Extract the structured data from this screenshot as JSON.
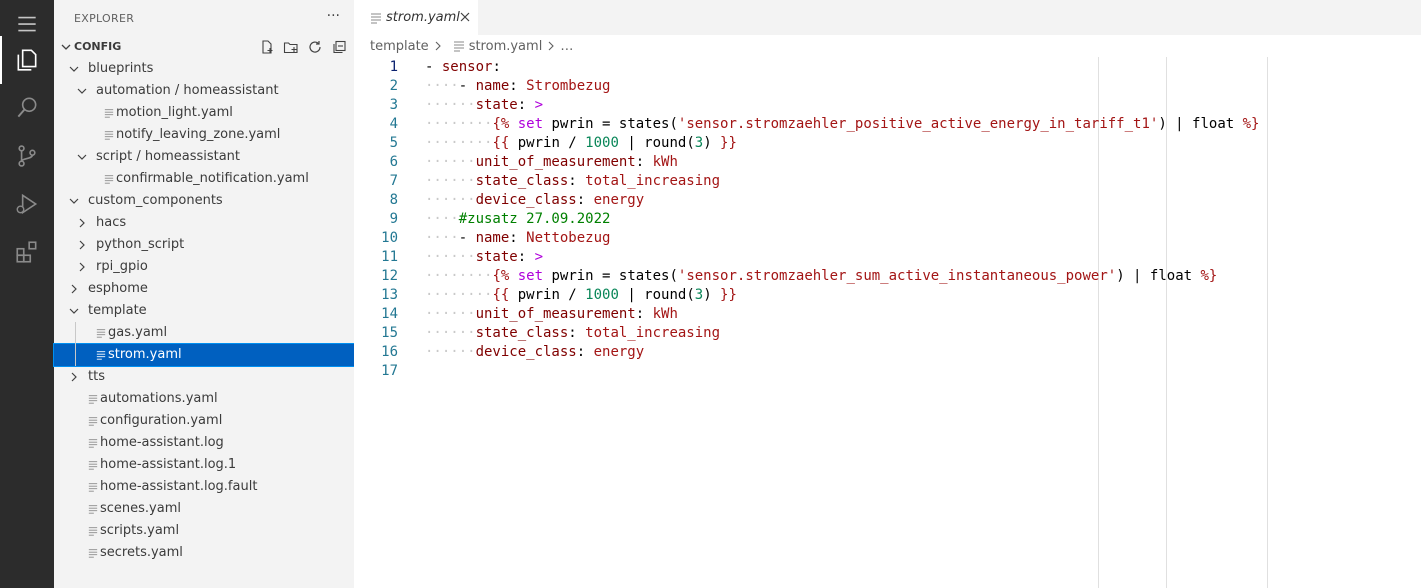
{
  "sidebar": {
    "title": "EXPLORER",
    "more": "···",
    "section_title": "CONFIG",
    "tree": [
      {
        "label": "blueprints",
        "type": "folder",
        "open": true,
        "depth": 1
      },
      {
        "label": "automation / homeassistant",
        "type": "folder",
        "open": true,
        "depth": 2
      },
      {
        "label": "motion_light.yaml",
        "type": "file",
        "depth": 3
      },
      {
        "label": "notify_leaving_zone.yaml",
        "type": "file",
        "depth": 3
      },
      {
        "label": "script / homeassistant",
        "type": "folder",
        "open": true,
        "depth": 2
      },
      {
        "label": "confirmable_notification.yaml",
        "type": "file",
        "depth": 3
      },
      {
        "label": "custom_components",
        "type": "folder",
        "open": true,
        "depth": 1
      },
      {
        "label": "hacs",
        "type": "folder",
        "open": false,
        "depth": 2
      },
      {
        "label": "python_script",
        "type": "folder",
        "open": false,
        "depth": 2
      },
      {
        "label": "rpi_gpio",
        "type": "folder",
        "open": false,
        "depth": 2
      },
      {
        "label": "esphome",
        "type": "folder",
        "open": false,
        "depth": 1
      },
      {
        "label": "template",
        "type": "folder",
        "open": true,
        "depth": 1
      },
      {
        "label": "gas.yaml",
        "type": "file",
        "depth": 2
      },
      {
        "label": "strom.yaml",
        "type": "file",
        "depth": 2,
        "selected": true
      },
      {
        "label": "tts",
        "type": "folder",
        "open": false,
        "depth": 1
      },
      {
        "label": "automations.yaml",
        "type": "file",
        "depth": 1
      },
      {
        "label": "configuration.yaml",
        "type": "file",
        "depth": 1
      },
      {
        "label": "home-assistant.log",
        "type": "file",
        "depth": 1
      },
      {
        "label": "home-assistant.log.1",
        "type": "file",
        "depth": 1
      },
      {
        "label": "home-assistant.log.fault",
        "type": "file",
        "depth": 1
      },
      {
        "label": "scenes.yaml",
        "type": "file",
        "depth": 1
      },
      {
        "label": "scripts.yaml",
        "type": "file",
        "depth": 1
      },
      {
        "label": "secrets.yaml",
        "type": "file",
        "depth": 1
      }
    ]
  },
  "editor": {
    "tab_label": "strom.yaml",
    "breadcrumb": {
      "folder": "template",
      "file": "strom.yaml",
      "more": "…"
    },
    "lines": [
      {
        "n": "1",
        "tokens": [
          [
            "op",
            "- "
          ],
          [
            "k",
            "sensor"
          ],
          [
            "op",
            ":"
          ]
        ]
      },
      {
        "n": "2",
        "tokens": [
          [
            "dots",
            "····"
          ],
          [
            "op",
            "- "
          ],
          [
            "k",
            "name"
          ],
          [
            "op",
            ": "
          ],
          [
            "s",
            "Strombezug"
          ]
        ]
      },
      {
        "n": "3",
        "tokens": [
          [
            "dots",
            "······"
          ],
          [
            "k",
            "state"
          ],
          [
            "op",
            ": "
          ],
          [
            "kw",
            ">"
          ]
        ]
      },
      {
        "n": "4",
        "tokens": [
          [
            "dots",
            "········"
          ],
          [
            "s",
            "{% "
          ],
          [
            "kw",
            "set"
          ],
          [
            "op",
            " pwrin = states("
          ],
          [
            "s",
            "'sensor.stromzaehler_positive_active_energy_in_tariff_t1'"
          ],
          [
            "op",
            ") | float "
          ],
          [
            "s",
            "%}"
          ]
        ]
      },
      {
        "n": "5",
        "tokens": [
          [
            "dots",
            "········"
          ],
          [
            "s",
            "{{ "
          ],
          [
            "op",
            "pwrin / "
          ],
          [
            "n",
            "1000"
          ],
          [
            "op",
            " | round("
          ],
          [
            "n",
            "3"
          ],
          [
            "op",
            ") "
          ],
          [
            "s",
            "}}"
          ]
        ]
      },
      {
        "n": "6",
        "tokens": [
          [
            "dots",
            "······"
          ],
          [
            "k",
            "unit_of_measurement"
          ],
          [
            "op",
            ": "
          ],
          [
            "s",
            "kWh"
          ]
        ]
      },
      {
        "n": "7",
        "tokens": [
          [
            "dots",
            "······"
          ],
          [
            "k",
            "state_class"
          ],
          [
            "op",
            ": "
          ],
          [
            "s",
            "total_increasing"
          ]
        ]
      },
      {
        "n": "8",
        "tokens": [
          [
            "dots",
            "······"
          ],
          [
            "k",
            "device_class"
          ],
          [
            "op",
            ": "
          ],
          [
            "s",
            "energy"
          ]
        ]
      },
      {
        "n": "9",
        "tokens": [
          [
            "dots",
            "····"
          ],
          [
            "c",
            "#zusatz 27.09.2022"
          ]
        ]
      },
      {
        "n": "10",
        "tokens": [
          [
            "dots",
            "····"
          ],
          [
            "op",
            "- "
          ],
          [
            "k",
            "name"
          ],
          [
            "op",
            ": "
          ],
          [
            "s",
            "Nettobezug"
          ]
        ]
      },
      {
        "n": "11",
        "tokens": [
          [
            "dots",
            "······"
          ],
          [
            "k",
            "state"
          ],
          [
            "op",
            ": "
          ],
          [
            "kw",
            ">"
          ]
        ]
      },
      {
        "n": "12",
        "tokens": [
          [
            "dots",
            "········"
          ],
          [
            "s",
            "{% "
          ],
          [
            "kw",
            "set"
          ],
          [
            "op",
            " pwrin = states("
          ],
          [
            "s",
            "'sensor.stromzaehler_sum_active_instantaneous_power'"
          ],
          [
            "op",
            ") | float "
          ],
          [
            "s",
            "%}"
          ]
        ]
      },
      {
        "n": "13",
        "tokens": [
          [
            "dots",
            "········"
          ],
          [
            "s",
            "{{ "
          ],
          [
            "op",
            "pwrin / "
          ],
          [
            "n",
            "1000"
          ],
          [
            "op",
            " | round("
          ],
          [
            "n",
            "3"
          ],
          [
            "op",
            ") "
          ],
          [
            "s",
            "}}"
          ]
        ]
      },
      {
        "n": "14",
        "tokens": [
          [
            "dots",
            "······"
          ],
          [
            "k",
            "unit_of_measurement"
          ],
          [
            "op",
            ": "
          ],
          [
            "s",
            "kWh"
          ]
        ]
      },
      {
        "n": "15",
        "tokens": [
          [
            "dots",
            "······"
          ],
          [
            "k",
            "state_class"
          ],
          [
            "op",
            ": "
          ],
          [
            "s",
            "total_increasing"
          ]
        ]
      },
      {
        "n": "16",
        "tokens": [
          [
            "dots",
            "······"
          ],
          [
            "k",
            "device_class"
          ],
          [
            "op",
            ": "
          ],
          [
            "s",
            "energy"
          ]
        ]
      },
      {
        "n": "17",
        "tokens": []
      }
    ]
  },
  "colors": {
    "activitybar": "#2c2c2c",
    "sidebar": "#f3f3f3",
    "selection": "#0060c0",
    "line_number": "#237893",
    "key": "#800000",
    "string": "#a31515",
    "number": "#098658",
    "comment": "#008000",
    "keyword": "#af00db"
  }
}
